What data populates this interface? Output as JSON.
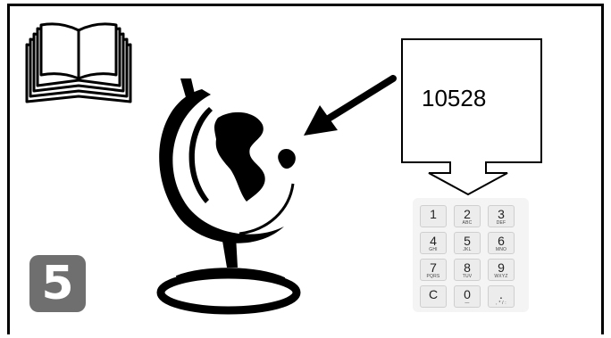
{
  "code": "10528",
  "step": "5",
  "keypad": [
    {
      "num": "1",
      "sub": ""
    },
    {
      "num": "2",
      "sub": "ABC"
    },
    {
      "num": "3",
      "sub": "DEF"
    },
    {
      "num": "4",
      "sub": "GHI"
    },
    {
      "num": "5",
      "sub": "JKL"
    },
    {
      "num": "6",
      "sub": "MNO"
    },
    {
      "num": "7",
      "sub": "PQRS"
    },
    {
      "num": "8",
      "sub": "TUV"
    },
    {
      "num": "9",
      "sub": "WXYZ"
    },
    {
      "num": "C",
      "sub": ""
    },
    {
      "num": "0",
      "sub": "—"
    },
    {
      "num": ".",
      "sub": ", * / :"
    }
  ],
  "icons": [
    "manual-book-icon",
    "globe-icon",
    "arrow-icon",
    "callout-arrow-box",
    "keypad-icon"
  ]
}
